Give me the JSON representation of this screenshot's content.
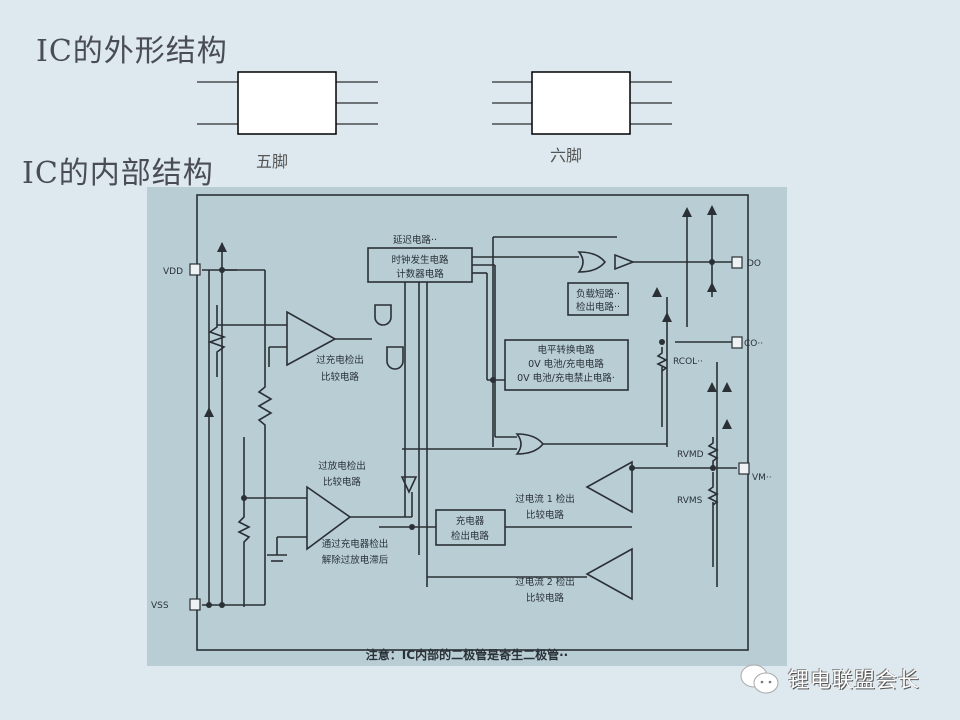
{
  "slide": {
    "title_external": "IC的外形结构",
    "title_internal": "IC的内部结构",
    "package_five_pin": "五脚",
    "package_six_pin": "六脚"
  },
  "diagram": {
    "pins": {
      "vdd": "VDD",
      "vss": "VSS",
      "do": "DO",
      "co": "CO··",
      "vm": "VM··"
    },
    "resistors": {
      "rcol": "RCOL··",
      "rvmd": "RVMD",
      "rvms": "RVMS"
    },
    "delay_label": "延迟电路··",
    "clock_box": [
      "时钟发生电路",
      "计数器电路"
    ],
    "load_short_box": [
      "负载短路··",
      "检出电路··"
    ],
    "level_shift_box": [
      "电平转换电路",
      "0V 电池/充电电路",
      "0V 电池/充电禁止电路·"
    ],
    "charger_box": [
      "充电器",
      "检出电路"
    ],
    "overcharge_cmp": [
      "过充电检出",
      "比较电路"
    ],
    "overdischarge_cmp": [
      "过放电检出",
      "比较电路"
    ],
    "hysteresis_note": [
      "通过充电器检出",
      "解除过放电滞后"
    ],
    "overcurrent1_cmp": [
      "过电流 1 检出",
      "比较电路"
    ],
    "overcurrent2_cmp": [
      "过电流 2 检出",
      "比较电路"
    ],
    "footnote": "注意：IC内部的二极管是寄生二极管··"
  },
  "watermark": "锂电联盟会长"
}
